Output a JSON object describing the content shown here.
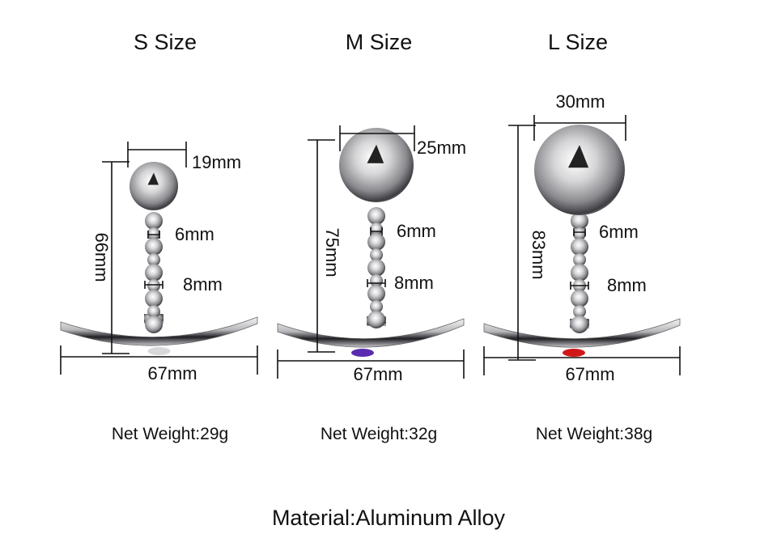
{
  "products": [
    {
      "title": "S Size",
      "ball_diameter": "19mm",
      "height": "66mm",
      "small_bead": "6mm",
      "large_bead": "8mm",
      "width": "67mm",
      "weight": "Net Weight:29g",
      "gem_color": "#d8d8dc"
    },
    {
      "title": "M Size",
      "ball_diameter": "25mm",
      "height": "75mm",
      "small_bead": "6mm",
      "large_bead": "8mm",
      "width": "67mm",
      "weight": "Net Weight:32g",
      "gem_color": "#5a2bb0"
    },
    {
      "title": "L Size",
      "ball_diameter": "30mm",
      "height": "83mm",
      "small_bead": "6mm",
      "large_bead": "8mm",
      "width": "67mm",
      "weight": "Net Weight:38g",
      "gem_color": "#d01818"
    }
  ],
  "material": "Material:Aluminum Alloy"
}
